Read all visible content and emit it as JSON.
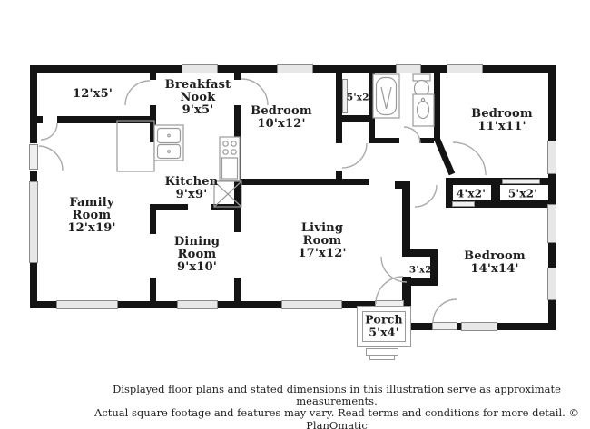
{
  "rooms": {
    "closet_12x5": {
      "dims": "12'x5'"
    },
    "breakfast_nook": {
      "line1": "Breakfast",
      "line2": "Nook",
      "dims": "9'x5'"
    },
    "bedroom_10x12": {
      "line1": "Bedroom",
      "dims": "10'x12'"
    },
    "closet_5x2_bath": {
      "dims": "5'x2'"
    },
    "bedroom_11x11": {
      "line1": "Bedroom",
      "dims": "11'x11'"
    },
    "family_room": {
      "line1": "Family",
      "line2": "Room",
      "dims": "12'x19'"
    },
    "kitchen": {
      "line1": "Kitchen",
      "dims": "9'x9'"
    },
    "dining_room": {
      "line1": "Dining",
      "line2": "Room",
      "dims": "9'x10'"
    },
    "living_room": {
      "line1": "Living",
      "line2": "Room",
      "dims": "17'x12'"
    },
    "closet_3x2": {
      "dims": "3'x2'"
    },
    "closet_4x2": {
      "dims": "4'x2'"
    },
    "closet_5x2": {
      "dims": "5'x2'"
    },
    "bedroom_14x14": {
      "line1": "Bedroom",
      "dims": "14'x14'"
    },
    "porch": {
      "line1": "Porch",
      "dims": "5'x4'"
    }
  },
  "disclaimer": {
    "line1": "Displayed floor plans and stated dimensions in this illustration serve as approximate measurements.",
    "line2": "Actual square footage and features may vary. Read terms and conditions for more detail. © PlanOmatic"
  },
  "colors": {
    "wall": "#141414",
    "winfill": "#e7e7e7",
    "winline": "#8a8a8a",
    "leaffill": "#efefef",
    "fixture": "#9a9a9a",
    "arc": "#aaaaaa",
    "ink": "#1f1f1f"
  }
}
